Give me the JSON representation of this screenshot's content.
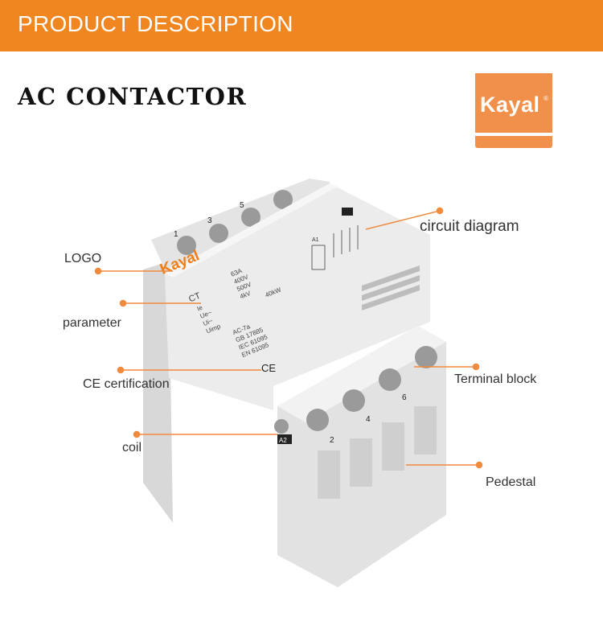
{
  "header": {
    "title": "PRODUCT DESCRIPTION"
  },
  "product": {
    "title": "AC CONTACTOR"
  },
  "brand": {
    "name": "Kayal",
    "registered": "®"
  },
  "colors": {
    "accent": "#f0861f",
    "logo": "#f1904a",
    "callout": "#f08a3c"
  },
  "callouts": {
    "logo": "LOGO",
    "parameter": "parameter",
    "ce": "CE certification",
    "coil": "coil",
    "circuit": "circuit diagram",
    "terminal": "Terminal block",
    "pedestal": "Pedestal"
  },
  "device": {
    "brand": "Kayal",
    "model": "CT",
    "params_left": [
      "Ie",
      "Ue~",
      "Ui~",
      "Uimp"
    ],
    "params_right": [
      "63A",
      "400V",
      "500V",
      "4kV"
    ],
    "power": "40kW",
    "standards": [
      "AC-7a",
      "GB 17885",
      "IEC 61095",
      "EN 61095"
    ],
    "ce": "CE",
    "top_numbers": [
      "1",
      "3",
      "5"
    ],
    "bottom_numbers": [
      "2",
      "4",
      "6"
    ],
    "a1": "A1",
    "a2": "A2"
  }
}
